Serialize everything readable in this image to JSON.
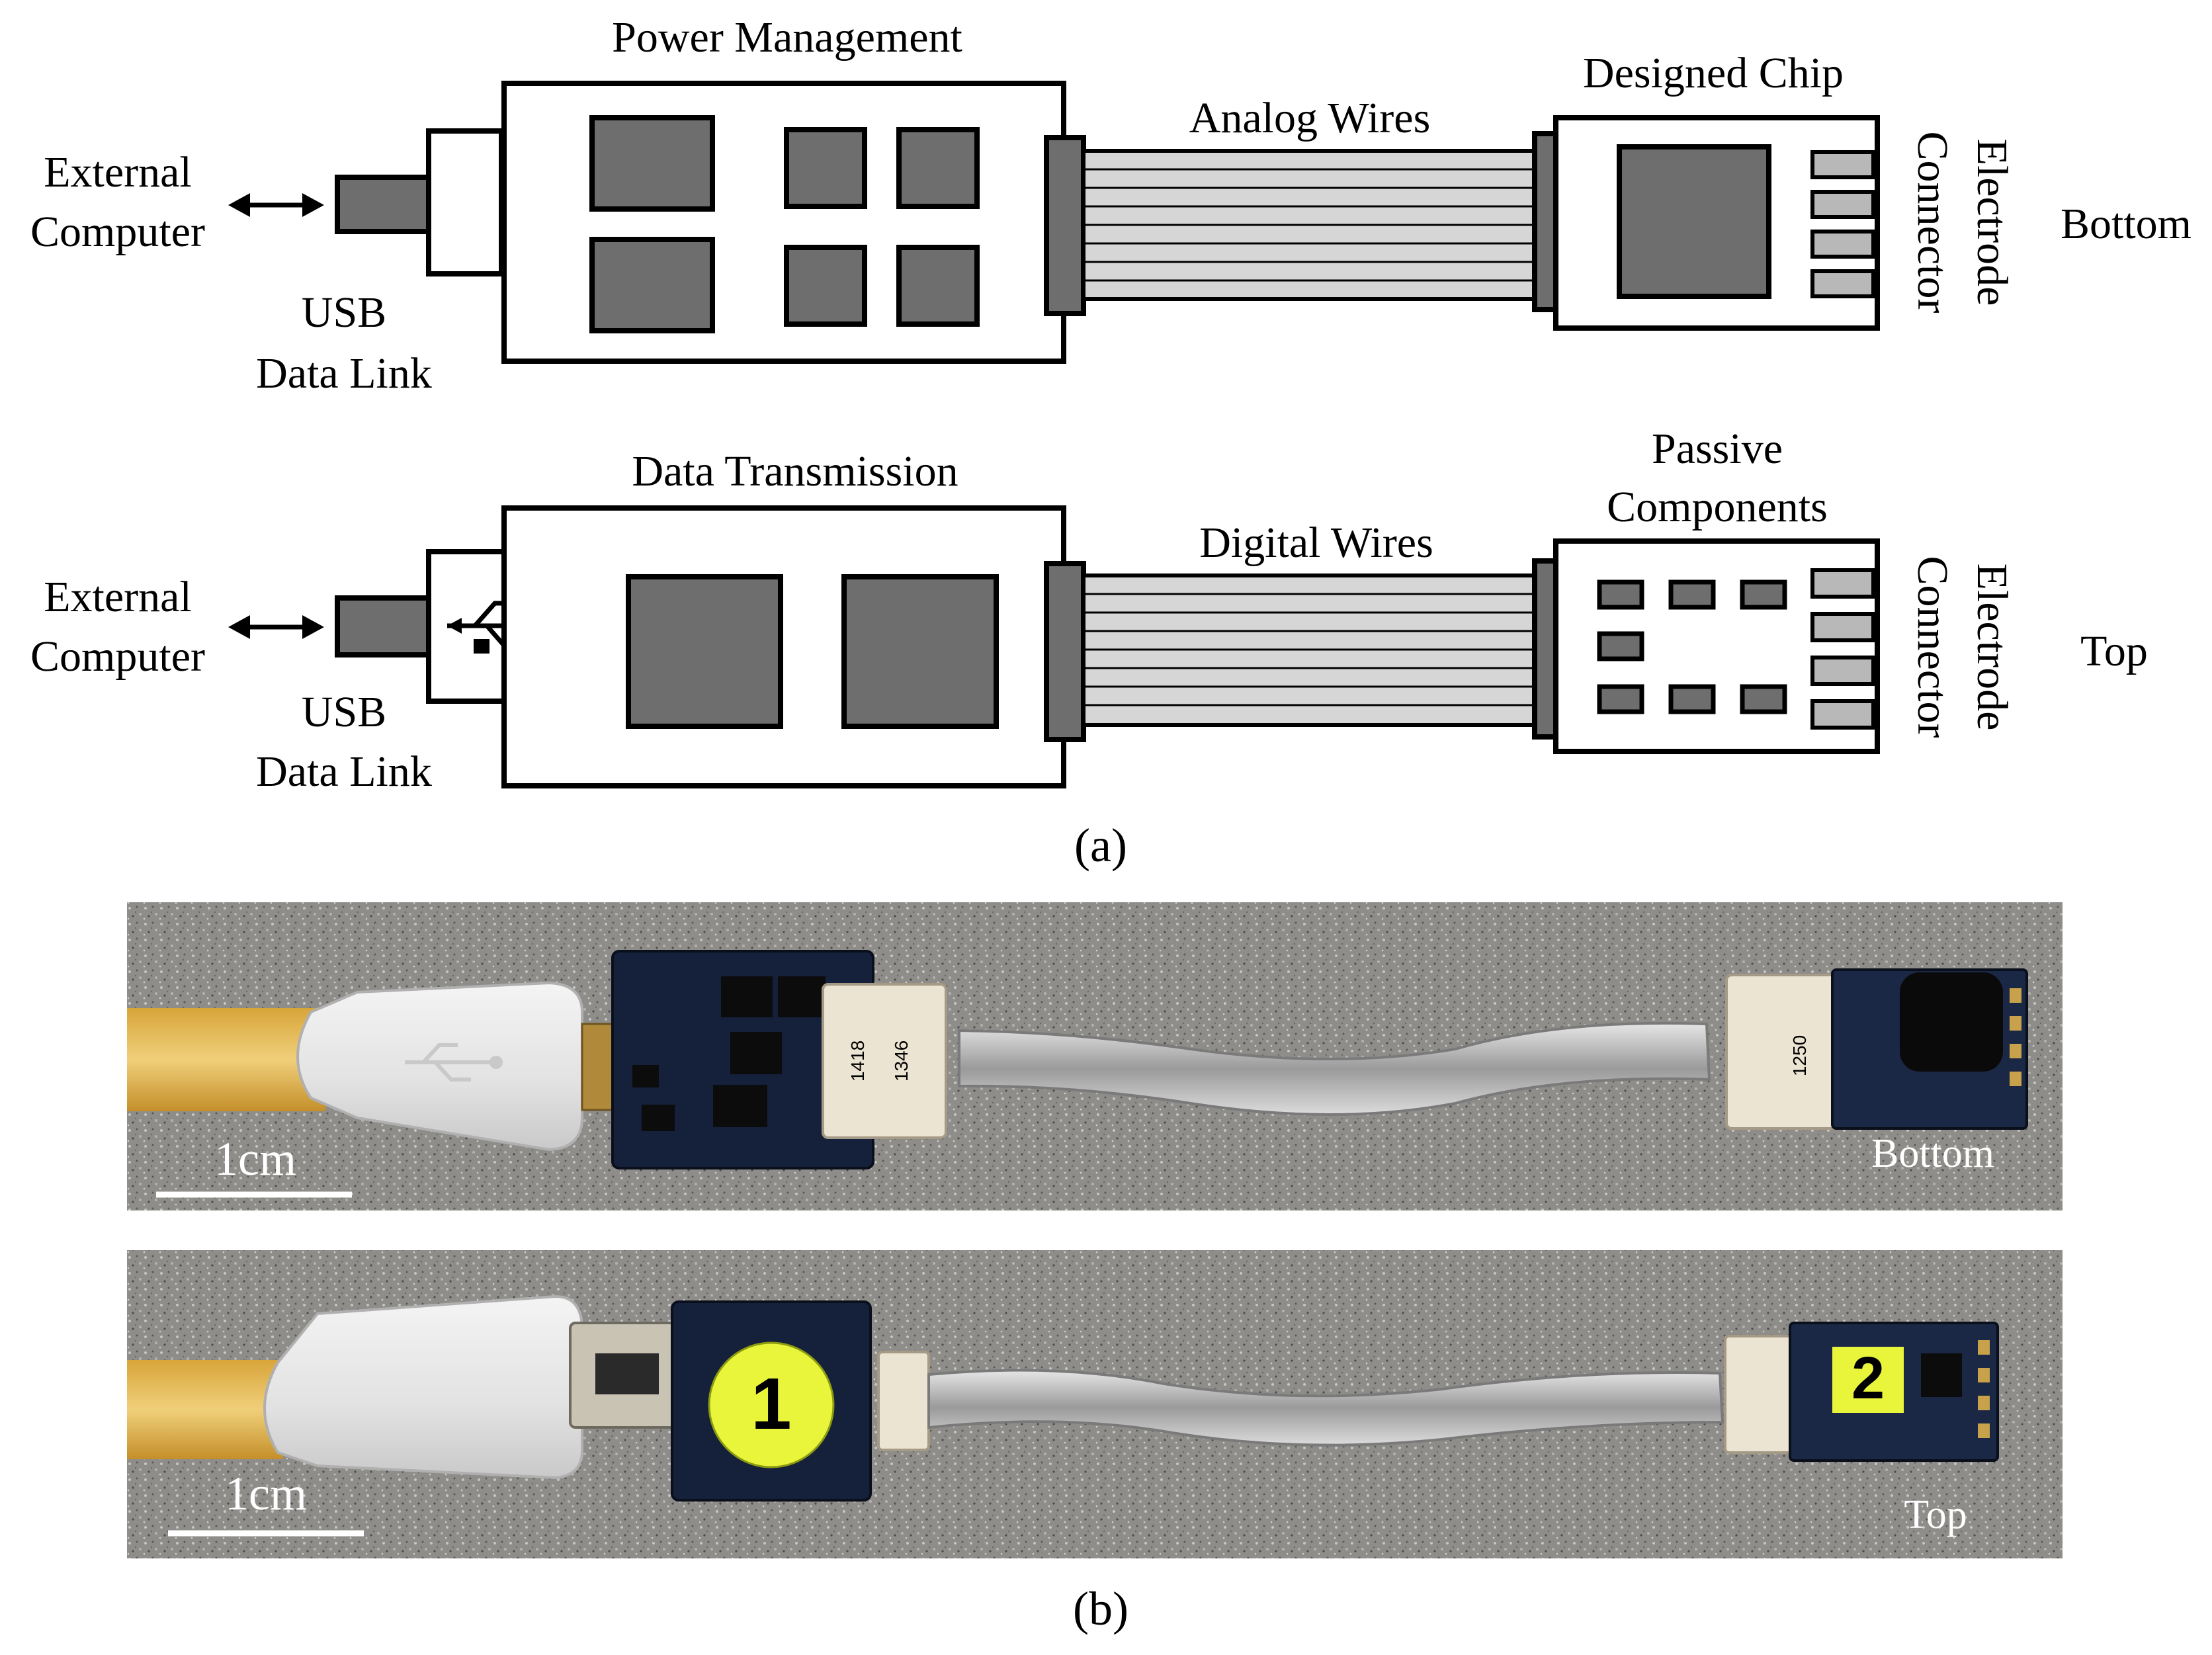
{
  "diagram_bottom": {
    "external_computer_lines": [
      "External",
      "Computer"
    ],
    "usb_lines": [
      "USB",
      "Data Link"
    ],
    "board_label": "Power Management",
    "wires_label": "Analog Wires",
    "chip_label": "Designed Chip",
    "connector_label_lines": [
      "Electrode",
      "Connector"
    ],
    "side_label": "Bottom"
  },
  "diagram_top": {
    "external_computer_lines": [
      "External",
      "Computer"
    ],
    "usb_lines": [
      "USB",
      "Data Link"
    ],
    "board_label": "Data Transmission",
    "wires_label": "Digital Wires",
    "chip_label_lines": [
      "Passive",
      "Components"
    ],
    "connector_label_lines": [
      "Electrode",
      "Connector"
    ],
    "side_label": "Top"
  },
  "caption_a": "(a)",
  "photo_bottom": {
    "scale_label": "1cm",
    "side_label": "Bottom",
    "connector_numbers": [
      "1418",
      "1346",
      "1250"
    ]
  },
  "photo_top": {
    "scale_label": "1cm",
    "side_label": "Top",
    "sticker_numbers": [
      "1",
      "2"
    ]
  },
  "caption_b": "(b)",
  "colors": {
    "component_fill": "#6e6e6e",
    "wire_fill": "#d6d6d6",
    "outline": "#000000",
    "photo_background": "#8c8a87",
    "sticker_yellow": "#e8f53a"
  }
}
